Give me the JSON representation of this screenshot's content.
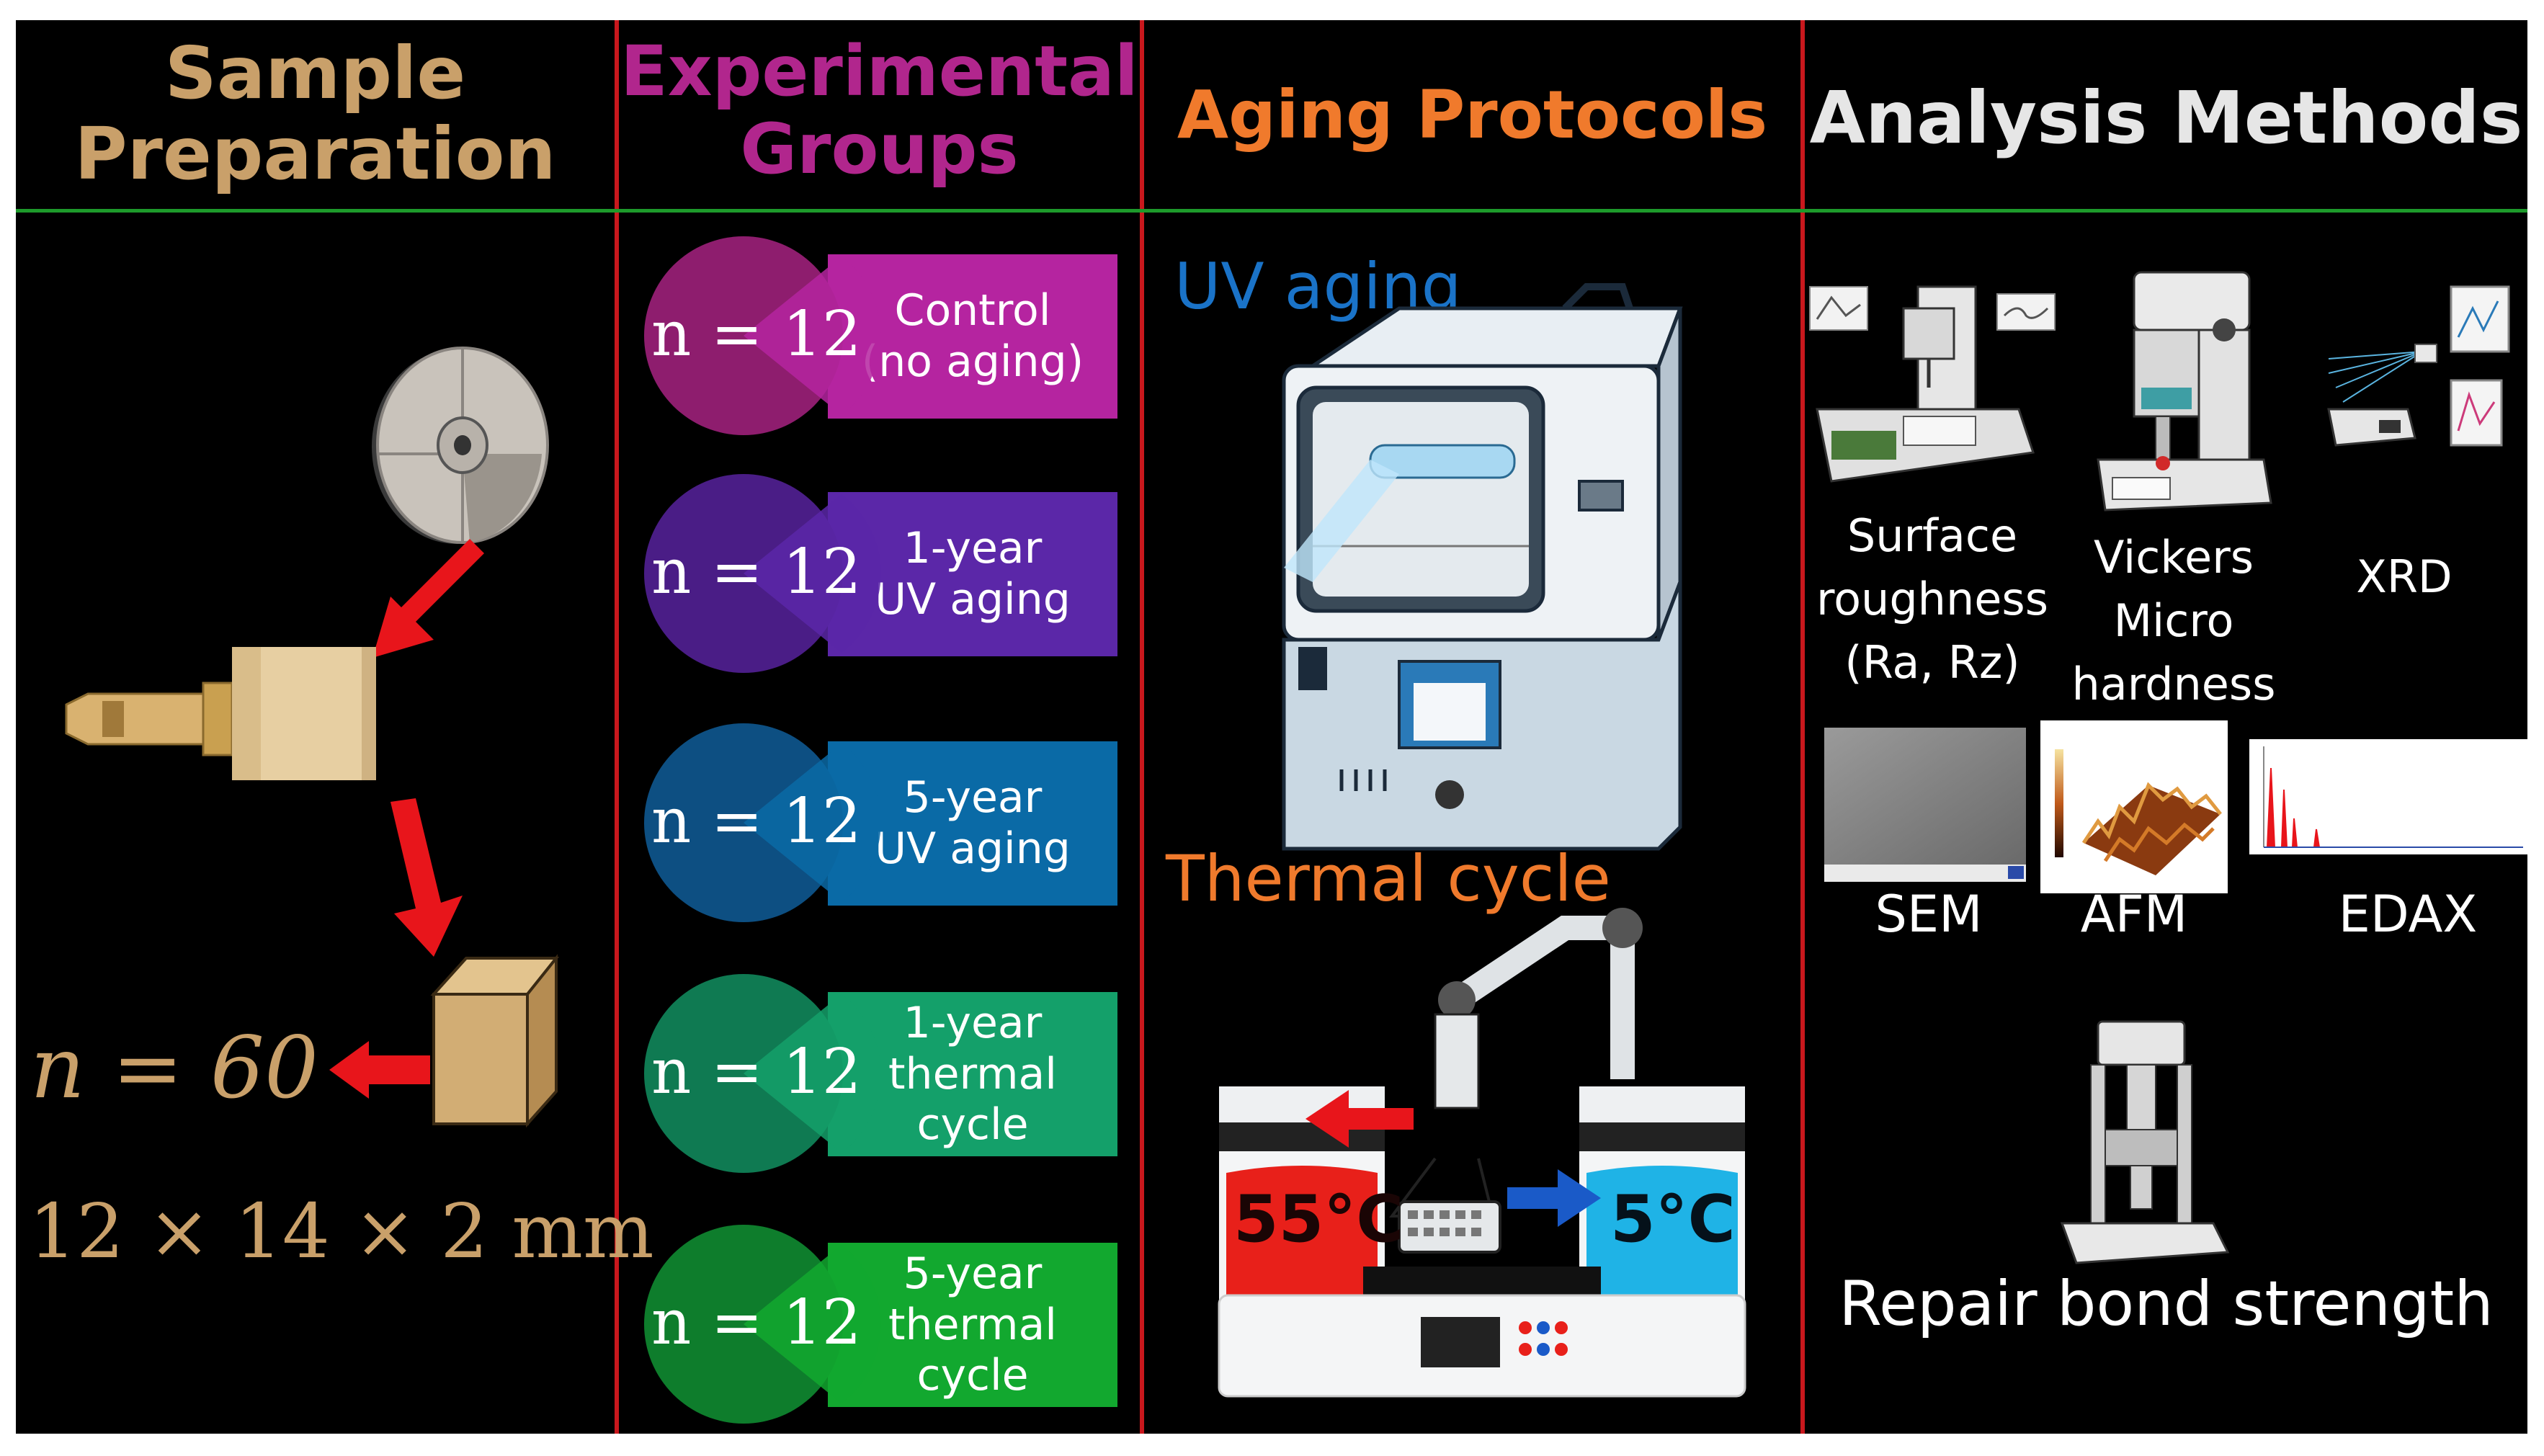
{
  "colors": {
    "background": "#000000",
    "divider": "#c8181d",
    "header_rule": "#1d9a2b",
    "sample_header": "#c9a06a",
    "groups_header": "#b1268d",
    "aging_header": "#f07a2c",
    "analysis_header": "#e6e6e6",
    "uv_label": "#1a73c8",
    "thermal_label": "#f07a2c",
    "arrow": "#e8151b"
  },
  "columns": {
    "sample": {
      "title_line1": "Sample",
      "title_line2": "Preparation",
      "n_label": "n = 60",
      "dims_label": "12 × 14 × 2 mm"
    },
    "groups": {
      "title_line1": "Experimental",
      "title_line2": "Groups",
      "items": [
        {
          "n": "n = 12",
          "label_line1": "Control",
          "label_line2": "(no aging)",
          "label_line3": "",
          "circle": "#8e1d6e",
          "box": "#b524a0"
        },
        {
          "n": "n = 12",
          "label_line1": "1-year",
          "label_line2": "UV aging",
          "label_line3": "",
          "circle": "#4a1d86",
          "box": "#5b27a8"
        },
        {
          "n": "n = 12",
          "label_line1": "5-year",
          "label_line2": "UV aging",
          "label_line3": "",
          "circle": "#0d4f82",
          "box": "#0a6aa6"
        },
        {
          "n": "n = 12",
          "label_line1": "1-year",
          "label_line2": "thermal",
          "label_line3": "cycle",
          "circle": "#0f7a52",
          "box": "#14a06a"
        },
        {
          "n": "n = 12",
          "label_line1": "5-year",
          "label_line2": "thermal",
          "label_line3": "cycle",
          "circle": "#0e7d2c",
          "box": "#12a82f"
        }
      ]
    },
    "aging": {
      "title": "Aging Protocols",
      "uv_label": "UV aging",
      "thermal_label": "Thermal cycle",
      "hot_temp": "55°C",
      "cold_temp": "5°C"
    },
    "analysis": {
      "title": "Analysis Methods",
      "surface_line1": "Surface",
      "surface_line2": "roughness",
      "surface_line3": "(Ra, Rz)",
      "vickers_line1": "Vickers",
      "vickers_line2": "Micro",
      "vickers_line3": "hardness",
      "xrd": "XRD",
      "sem": "SEM",
      "afm": "AFM",
      "edax": "EDAX",
      "repair": "Repair bond strength"
    }
  },
  "icons": [
    "zirconia-disc-icon",
    "milling-blank-icon",
    "specimen-block-icon",
    "uv-chamber-icon",
    "thermocycler-icon",
    "profilometer-icon",
    "vickers-tester-icon",
    "xrd-icon",
    "sem-image-icon",
    "afm-image-icon",
    "edax-spectrum-icon",
    "universal-testing-machine-icon"
  ]
}
